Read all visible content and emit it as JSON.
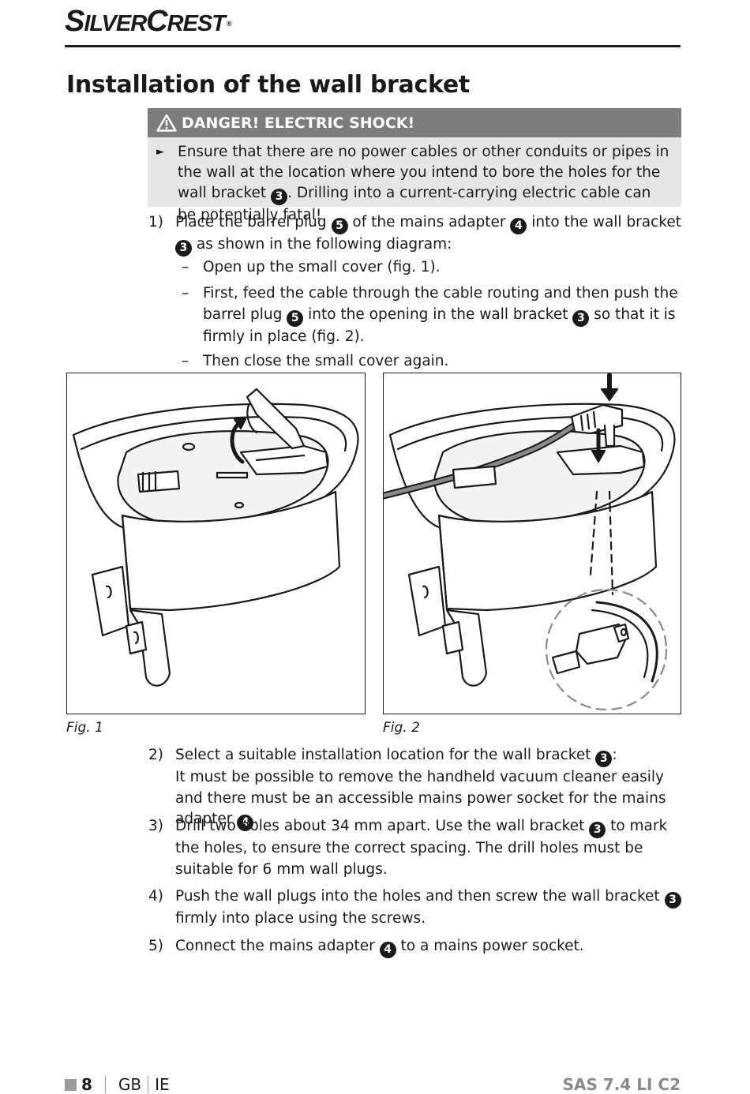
{
  "header": {
    "brand_s": "S",
    "brand_ilver": "ILVER",
    "brand_c": "C",
    "brand_rest": "REST",
    "registered": "®"
  },
  "title": "Installation of the wall bracket",
  "danger": {
    "heading": "DANGER! ELECTRIC SHOCK!",
    "arrow": "►",
    "text_a": "Ensure that there are no power cables or other conduits or pipes in the wall at the location where you intend to bore the holes for the wall bracket ",
    "badge": "3",
    "text_b": ". Drilling into a current-carrying electric cable can be potentially fatal!"
  },
  "steps": {
    "s1": {
      "num": "1)",
      "t1": "Place the barrel plug ",
      "b1": "5",
      "t2": " of the mains adapter ",
      "b2": "4",
      "t3": " into the wall bracket ",
      "b3": "3",
      "t4": " as shown in the following diagram:"
    },
    "s1_subs": {
      "dash": "–",
      "a": "Open up the small cover (fig. 1).",
      "b1": "First, feed the cable through the cable routing and then push the barrel plug ",
      "b_badge1": "5",
      "b2": " into the opening in the wall bracket ",
      "b_badge2": "3",
      "b3": " so that it is firmly in place (fig. 2).",
      "c": "Then close the small cover again."
    },
    "s2": {
      "num": "2)",
      "t1": "Select a suitable installation location for the wall bracket ",
      "b1": "3",
      "t2": ":",
      "t3": "It must be possible to remove the handheld vacuum cleaner easily and there must be an accessible mains power socket for the mains adapter ",
      "b2": "4",
      "t4": "."
    },
    "s3": {
      "num": "3)",
      "t1": "Drill two holes about 34 mm apart. Use the wall bracket ",
      "b1": "3",
      "t2": " to mark the holes, to ensure the correct spacing. The drill holes must be suitable for 6 mm wall plugs."
    },
    "s4": {
      "num": "4)",
      "t1": "Push the wall plugs into the holes and then screw the wall bracket ",
      "b1": "3",
      "t2": " firmly into place using the screws."
    },
    "s5": {
      "num": "5)",
      "t1": "Connect the mains adapter ",
      "b1": "4",
      "t2": " to a mains power socket."
    }
  },
  "figures": {
    "fig1": "Fig. 1",
    "fig2": "Fig. 2"
  },
  "footer": {
    "page": "8",
    "lang1": "GB",
    "lang2": "IE",
    "model": "SAS 7.4 LI C2"
  }
}
